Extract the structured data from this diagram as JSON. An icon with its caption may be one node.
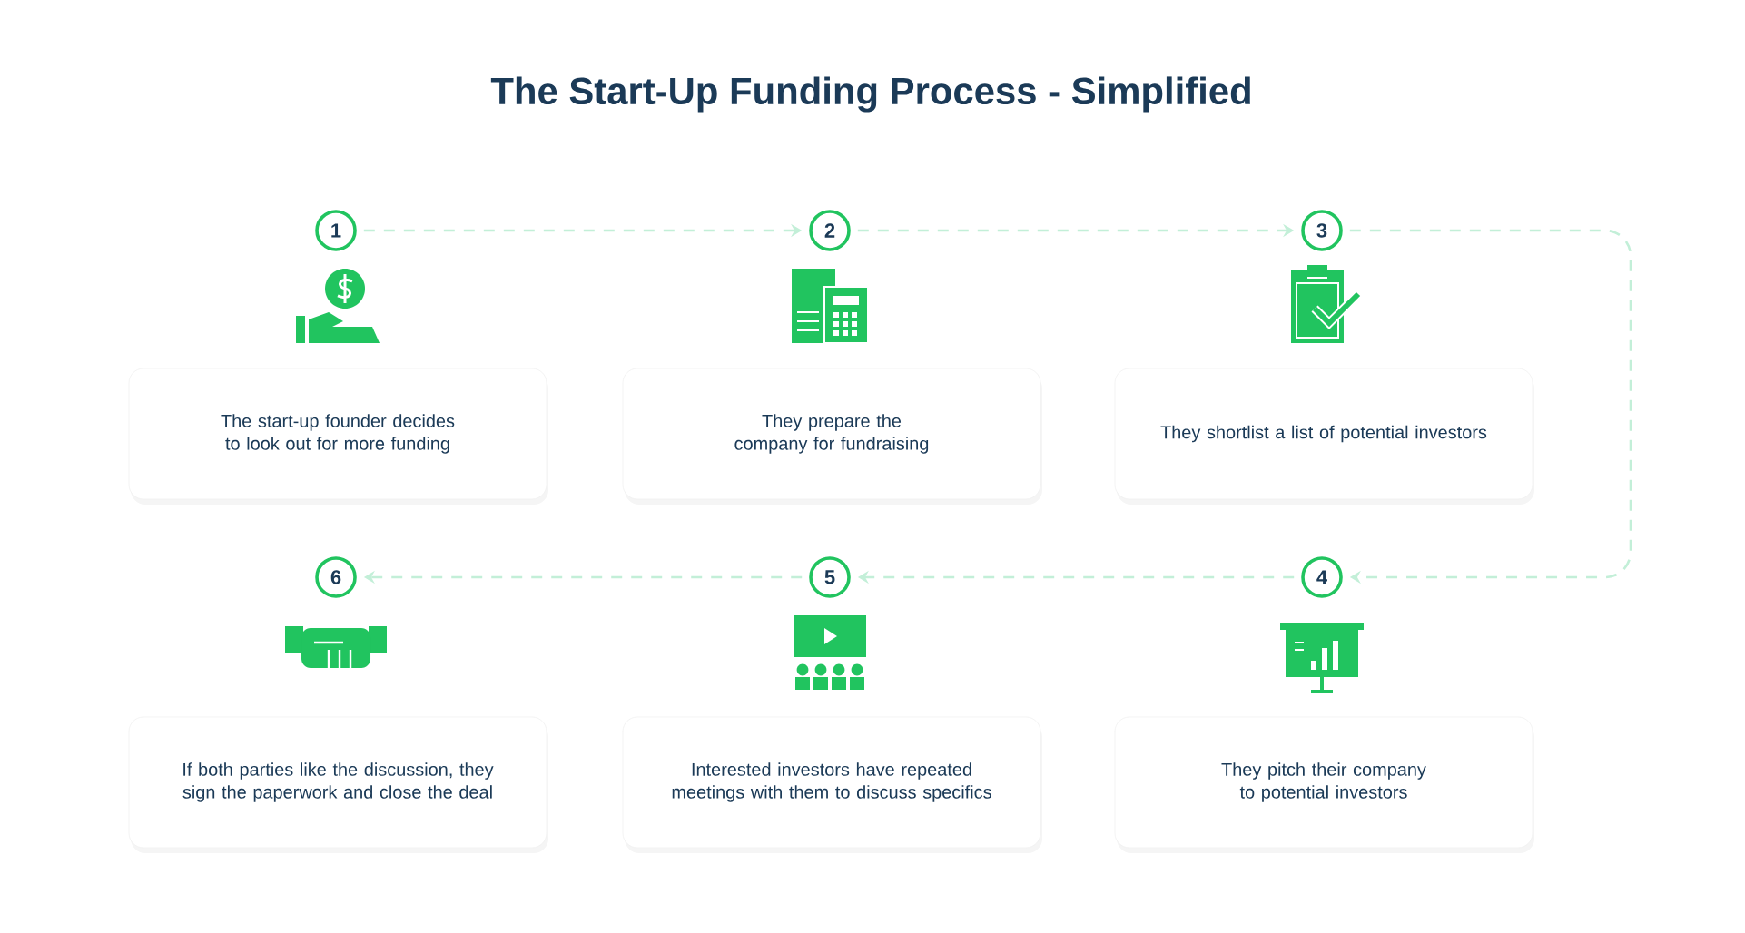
{
  "diagram": {
    "title": "The Start-Up Funding Process - Simplified",
    "nodes": [
      {
        "text": [
          "1"
        ]
      },
      {
        "text": [
          "The start-up founder decides to look out for more funding"
        ]
      },
      {
        "text": [
          "2"
        ]
      },
      {
        "text": [
          "They prepare the company for fundraising"
        ]
      },
      {
        "text": [
          "3"
        ]
      },
      {
        "text": [
          "They shortlist a list of potential investors"
        ]
      },
      {
        "text": [
          "4"
        ]
      },
      {
        "text": [
          "They pitch their company to potential investors"
        ]
      },
      {
        "text": [
          "5"
        ]
      },
      {
        "text": [
          "Interested investors have repeated meetings with them to discuss specifics"
        ]
      },
      {
        "text": [
          "6"
        ]
      },
      {
        "text": [
          "If both parties like the discussion, they sign the paperwork and close the deal"
        ]
      }
    ],
    "edges": [
      {
        "from": 0,
        "to": 2,
        "arrow": "to",
        "style": "dashed"
      },
      {
        "from": 2,
        "to": 4,
        "arrow": "to",
        "style": "dashed"
      },
      {
        "from": 4,
        "to": 6,
        "arrow": "to",
        "style": "dashed"
      },
      {
        "from": 6,
        "to": 8,
        "arrow": "to",
        "style": "dashed"
      },
      {
        "from": 8,
        "to": 10,
        "arrow": "to",
        "style": "dashed"
      }
    ]
  }
}
